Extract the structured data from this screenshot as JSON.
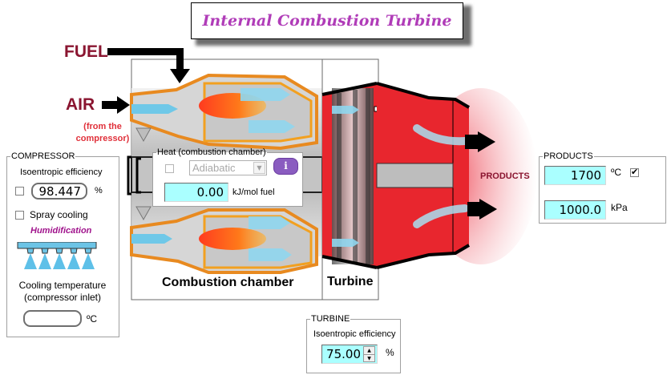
{
  "title": "Internal Combustion Turbine",
  "diagram": {
    "fuel_label": "FUEL",
    "air_label": "AIR",
    "air_note_line1": "(from the",
    "air_note_line2": "compressor)",
    "combustion_chamber_label": "Combustion chamber",
    "turbine_label": "Turbine",
    "products_label": "PRODUCTS"
  },
  "compressor": {
    "legend": "COMPRESSOR",
    "isentropic_label": "Isoentropic efficiency",
    "isentropic_checked": false,
    "isentropic_value": "98.447",
    "isentropic_unit": "%",
    "spray_cooling_label": "Spray cooling",
    "spray_cooling_checked": false,
    "humidification_label": "Humidification",
    "cooling_temp_label_line1": "Cooling temperature",
    "cooling_temp_label_line2": "(compressor inlet)",
    "cooling_temp_value": "",
    "cooling_temp_unit": "ºC"
  },
  "heat": {
    "legend": "Heat (combustion chamber)",
    "checked": false,
    "mode_selected": "Adiabatic",
    "info_icon": "i",
    "value": "0.00",
    "unit": "kJ/mol fuel"
  },
  "products": {
    "legend": "PRODUCTS",
    "temperature_value": "1700",
    "temperature_unit": "ºC",
    "temperature_checked": true,
    "pressure_value": "1000.0",
    "pressure_unit": "kPa"
  },
  "turbine": {
    "legend": "TURBINE",
    "isentropic_label": "Isoentropic efficiency",
    "isentropic_value": "75.00",
    "isentropic_unit": "%"
  },
  "colors": {
    "title": "#b03cb8",
    "label_dark_red": "#8a1530",
    "label_red": "#e0303a",
    "input_cyan": "#aaffff",
    "turbine_red": "#e8262e",
    "info_button": "#8a5cc0",
    "humidification": "#a0138c"
  }
}
